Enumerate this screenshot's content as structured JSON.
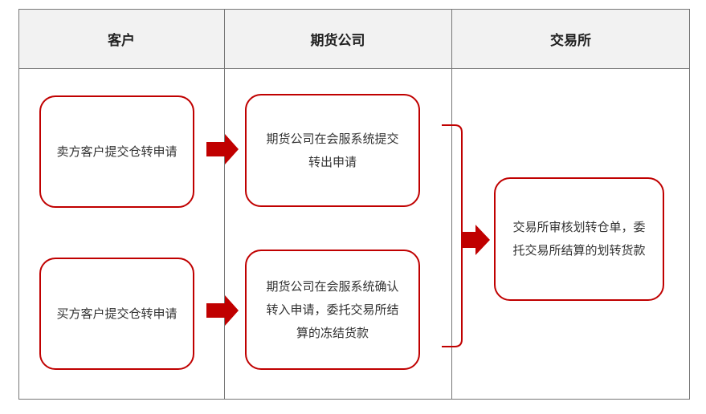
{
  "columns": {
    "customer": "客户",
    "broker": "期货公司",
    "exchange": "交易所"
  },
  "nodes": {
    "seller_request": "卖方客户提交仓转申请",
    "broker_submit_out": "期货公司在会服系统提交转出申请",
    "buyer_request": "买方客户提交仓转申请",
    "broker_confirm_in": "期货公司在会服系统确认转入申请，委托交易所结算的冻结货款",
    "exchange_review": "交易所审核划转仓单，委托交易所结算的划转货款"
  },
  "colors": {
    "accent": "#c00000",
    "header_bg": "#f2f2f2",
    "border": "#777777"
  }
}
